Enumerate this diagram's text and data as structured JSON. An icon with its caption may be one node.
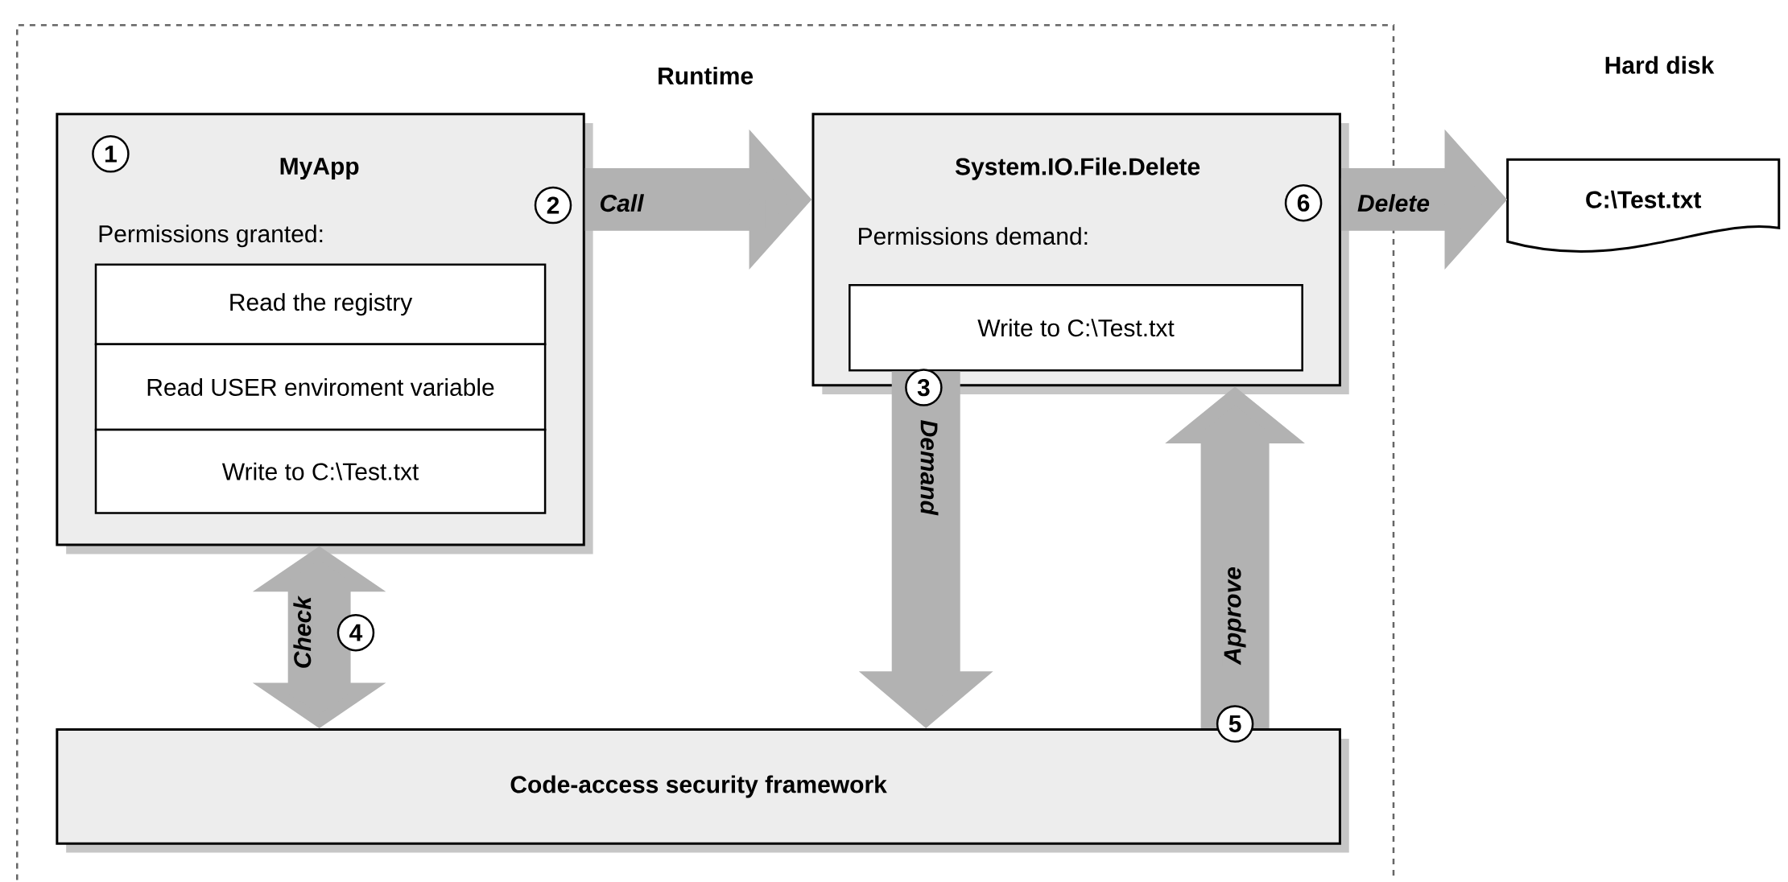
{
  "diagram": {
    "nodes": [
      {
        "text": [
          "Runtime"
        ]
      },
      {
        "text": [
          "MyApp",
          "Permissions granted:"
        ],
        "in": 0
      },
      {
        "text": [
          "Read the registry"
        ],
        "in": 1
      },
      {
        "text": [
          "Read USER enviroment variable"
        ],
        "in": 1
      },
      {
        "text": [
          "Write to C:\\Test.txt"
        ],
        "in": 1
      },
      {
        "text": [
          "System.IO.File.Delete",
          "Permissions demand:"
        ],
        "in": 0
      },
      {
        "text": [
          "Write to C:\\Test.txt"
        ],
        "in": 5
      },
      {
        "text": [
          "Code-access security framework"
        ],
        "in": 0
      },
      {
        "text": [
          "C:\\Test.txt"
        ],
        "beside": [
          "Hard disk"
        ]
      }
    ],
    "edges": [
      {
        "from": 1,
        "to": 5,
        "arrow": "to",
        "label": "Call"
      },
      {
        "from": 5,
        "to": 8,
        "arrow": "to",
        "label": "Delete"
      },
      {
        "from": 6,
        "to": 7,
        "arrow": "to",
        "label": "Demand"
      },
      {
        "from": 7,
        "to": 5,
        "arrow": "to",
        "label": "Approve"
      },
      {
        "from": 1,
        "to": 7,
        "arrow": "both",
        "label": "Check"
      }
    ],
    "labels": [
      "1",
      "2",
      "6",
      "3",
      "4",
      "5"
    ]
  }
}
